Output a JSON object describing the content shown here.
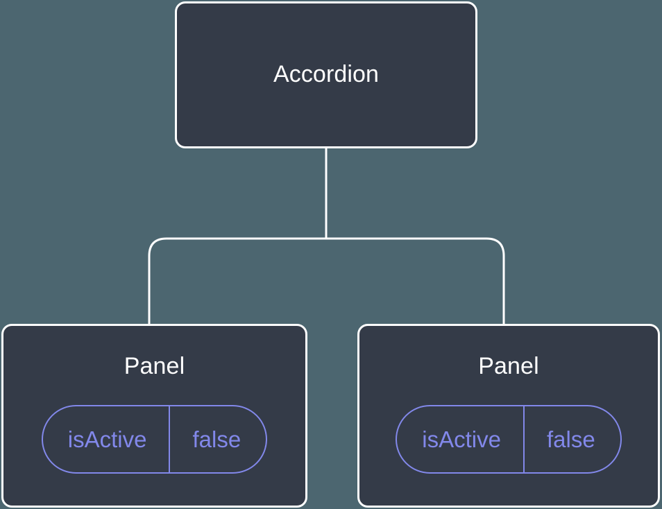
{
  "diagram": {
    "type": "component-tree",
    "background_color": "#4c6670",
    "node_fill_color": "#343b48",
    "node_border_color": "#ffffff",
    "edge_color": "#ffffff",
    "prop_accent_color": "#8288ea",
    "root": {
      "label": "Accordion"
    },
    "children": [
      {
        "label": "Panel",
        "prop": {
          "key": "isActive",
          "value": "false"
        }
      },
      {
        "label": "Panel",
        "prop": {
          "key": "isActive",
          "value": "false"
        }
      }
    ],
    "edges": [
      {
        "from": "Accordion",
        "to": "Panel"
      },
      {
        "from": "Accordion",
        "to": "Panel"
      }
    ]
  }
}
